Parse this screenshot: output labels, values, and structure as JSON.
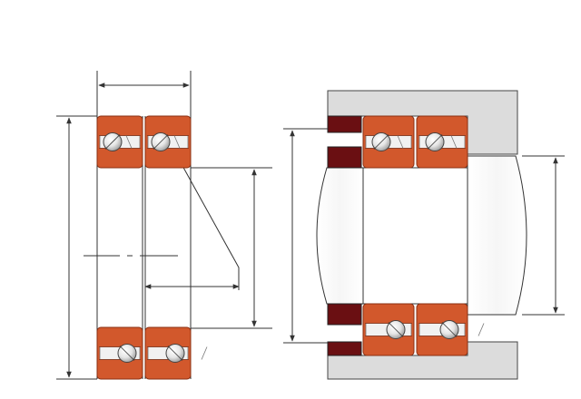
{
  "colors": {
    "background": "#ffffff",
    "bearing_ring": "#d2582c",
    "bearing_ring_edge": "#8a2f12",
    "ball_highlight": "#ffffff",
    "ball_shade": "#9a9a9a",
    "cage": "#f1f1f1",
    "housing": "#dcdcdc",
    "housing_edge": "#444444",
    "spacer": "#6a0f12",
    "line": "#333333"
  },
  "left_view": {
    "label": "bearing-pair-dimensioned-section",
    "bearing_pair_count": 2,
    "rows": [
      "top-row",
      "bottom-row"
    ]
  },
  "right_view": {
    "label": "bearing-pair-mounted-in-housing-on-shaft",
    "rows": [
      "top-row",
      "bottom-row"
    ]
  }
}
